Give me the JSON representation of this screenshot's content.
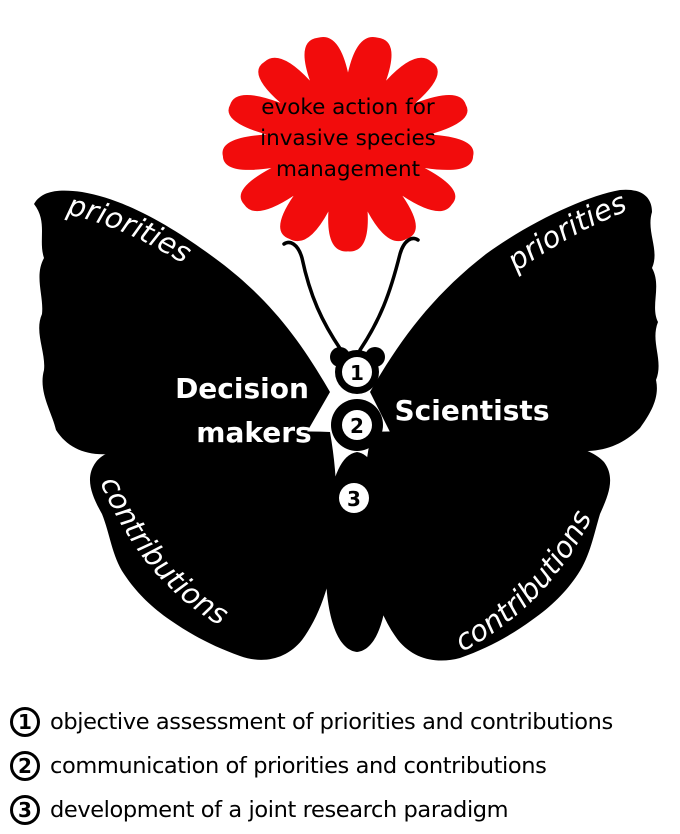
{
  "colors": {
    "butterfly": "#000000",
    "flower": "#f20c0c",
    "wing_text": "#ffffff",
    "flower_text": "#000000"
  },
  "flower": {
    "lines": [
      "evoke action for",
      "invasive species",
      "management"
    ]
  },
  "wings": {
    "top_left_label": "priorities",
    "top_right_label": "priorities",
    "bottom_left_label": "contributions",
    "bottom_right_label": "contributions"
  },
  "actors": {
    "left": [
      "Decision",
      "makers"
    ],
    "right": "Scientists"
  },
  "body_markers": [
    "1",
    "2",
    "3"
  ],
  "legend": [
    {
      "num": "1",
      "text": "objective assessment of priorities and contributions"
    },
    {
      "num": "2",
      "text": "communication of priorities and contributions"
    },
    {
      "num": "3",
      "text": "development of a joint research paradigm"
    }
  ]
}
